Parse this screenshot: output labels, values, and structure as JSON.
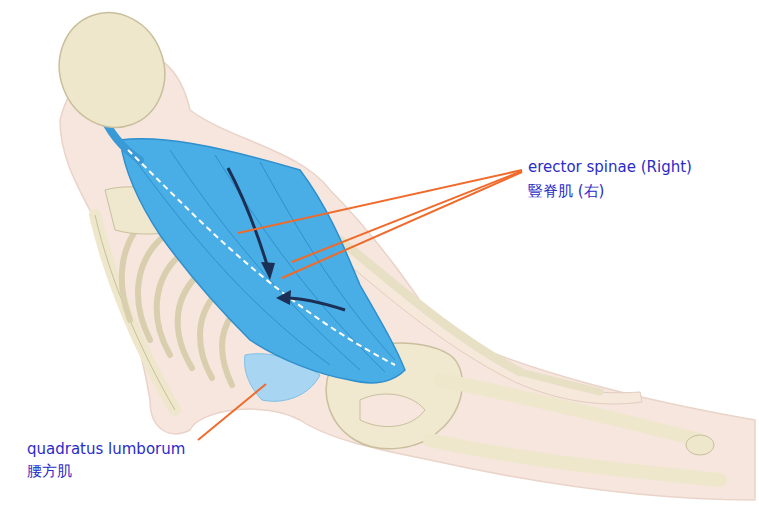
{
  "diagram": {
    "labels": [
      "erector spinae (Right)",
      "豎脊肌 (右)",
      "quadratus lumborum",
      "腰方肌"
    ]
  }
}
